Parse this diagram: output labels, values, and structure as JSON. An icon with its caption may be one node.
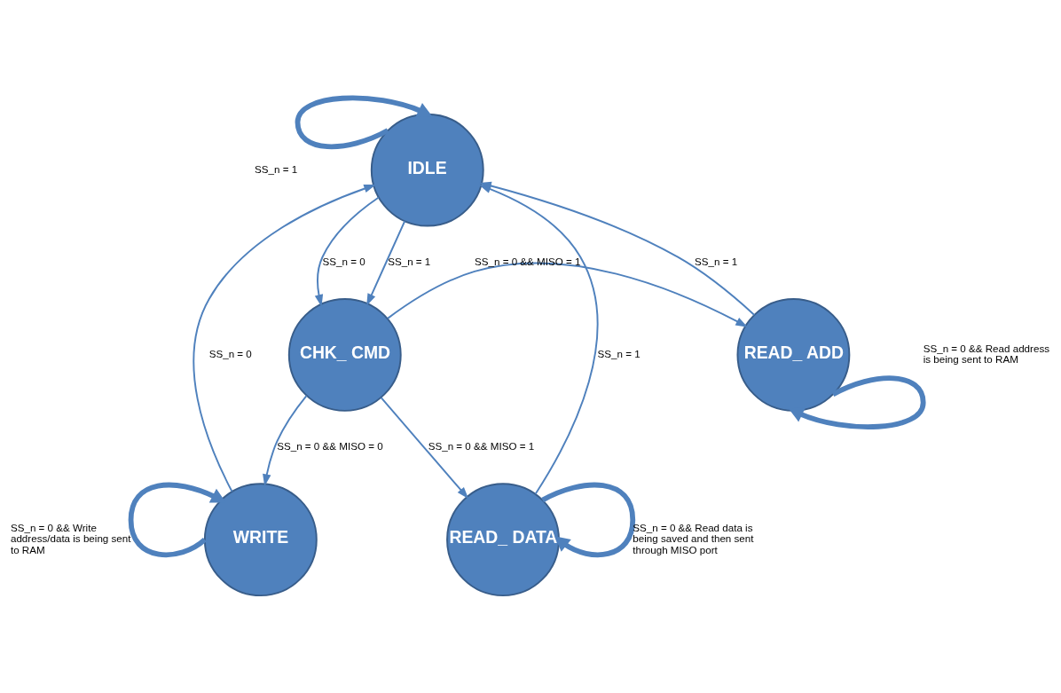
{
  "diagram": {
    "nodes": [
      {
        "text": [
          "IDLE"
        ]
      },
      {
        "text": [
          "WRITE"
        ]
      },
      {
        "text": [
          "READ_ DATA"
        ]
      },
      {
        "text": [
          "READ_ ADD"
        ]
      },
      {
        "text": [
          "CHK_ CMD"
        ]
      }
    ],
    "edges": [
      {
        "from": 0,
        "to": 0,
        "arrow": "to",
        "label": "SS_n = 1",
        "style": "thick"
      },
      {
        "from": 1,
        "to": 1,
        "arrow": "to",
        "label": "SS_n = 0 && Write address/data is being sent to RAM",
        "style": "thick"
      },
      {
        "from": 1,
        "to": 0,
        "arrow": "to",
        "label": "SS_n = 0"
      },
      {
        "from": 2,
        "to": 0,
        "arrow": "to",
        "label": "SS_n = 1"
      },
      {
        "from": 2,
        "to": 2,
        "arrow": "to",
        "label": "SS_n = 0 && Read data is being saved and then sent through MISO port",
        "style": "thick"
      },
      {
        "from": 0,
        "to": 4,
        "arrow": "to",
        "label": "SS_n = 1"
      },
      {
        "from": 0,
        "to": 4,
        "arrow": "to",
        "label": "SS_n = 0"
      },
      {
        "from": 3,
        "to": 0,
        "arrow": "to",
        "label": "SS_n = 1"
      },
      {
        "from": 4,
        "to": 1,
        "arrow": "to",
        "label": "SS_n = 0 && MISO = 0"
      },
      {
        "from": 4,
        "to": 2,
        "arrow": "to",
        "label": "SS_n = 0 && MISO = 1"
      },
      {
        "from": 4,
        "to": 3,
        "arrow": "to",
        "label": "SS_n = 0 && MISO = 1"
      },
      {
        "from": 3,
        "to": 3,
        "arrow": "to",
        "label": "SS_n = 0 && Read address is being sent to RAM",
        "style": "thick"
      }
    ]
  }
}
